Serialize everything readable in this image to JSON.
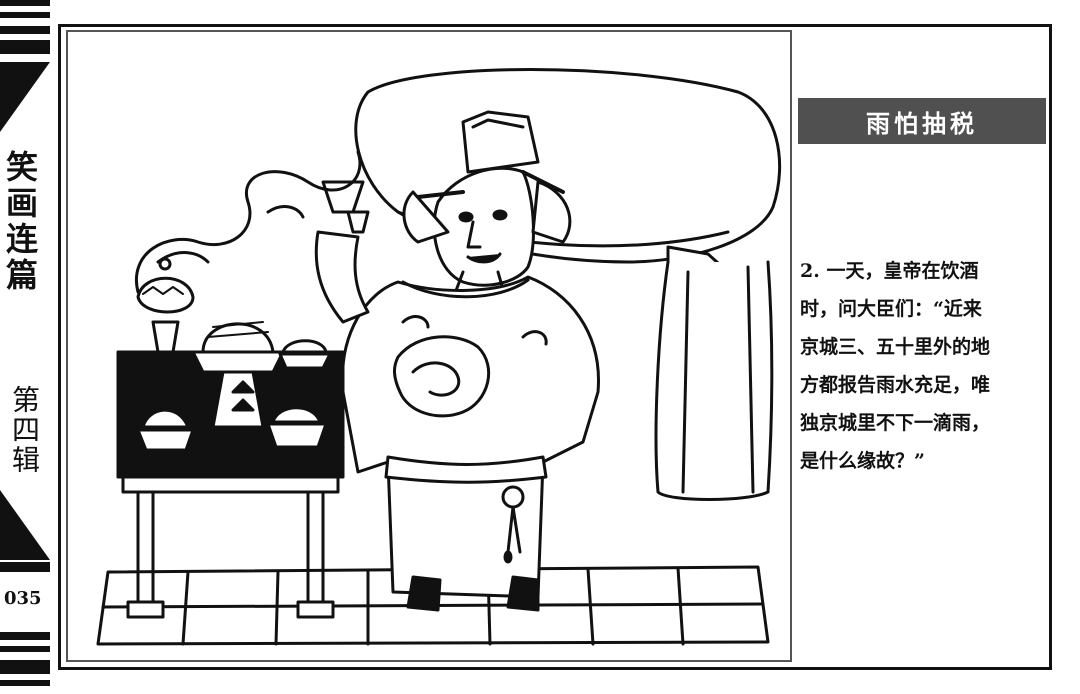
{
  "spine": {
    "series_title": "笑画连篇",
    "volume": "第四辑",
    "page_number": "035"
  },
  "comic": {
    "title": "雨怕抽税",
    "caption_lines": [
      "2. 一天，皇帝在饮酒",
      "时，问大臣们：“近来",
      "京城三、五十里外的地",
      "方都报告雨水充足，唯",
      "独京城里不下一滴雨，",
      "是什么缘故？”"
    ]
  }
}
